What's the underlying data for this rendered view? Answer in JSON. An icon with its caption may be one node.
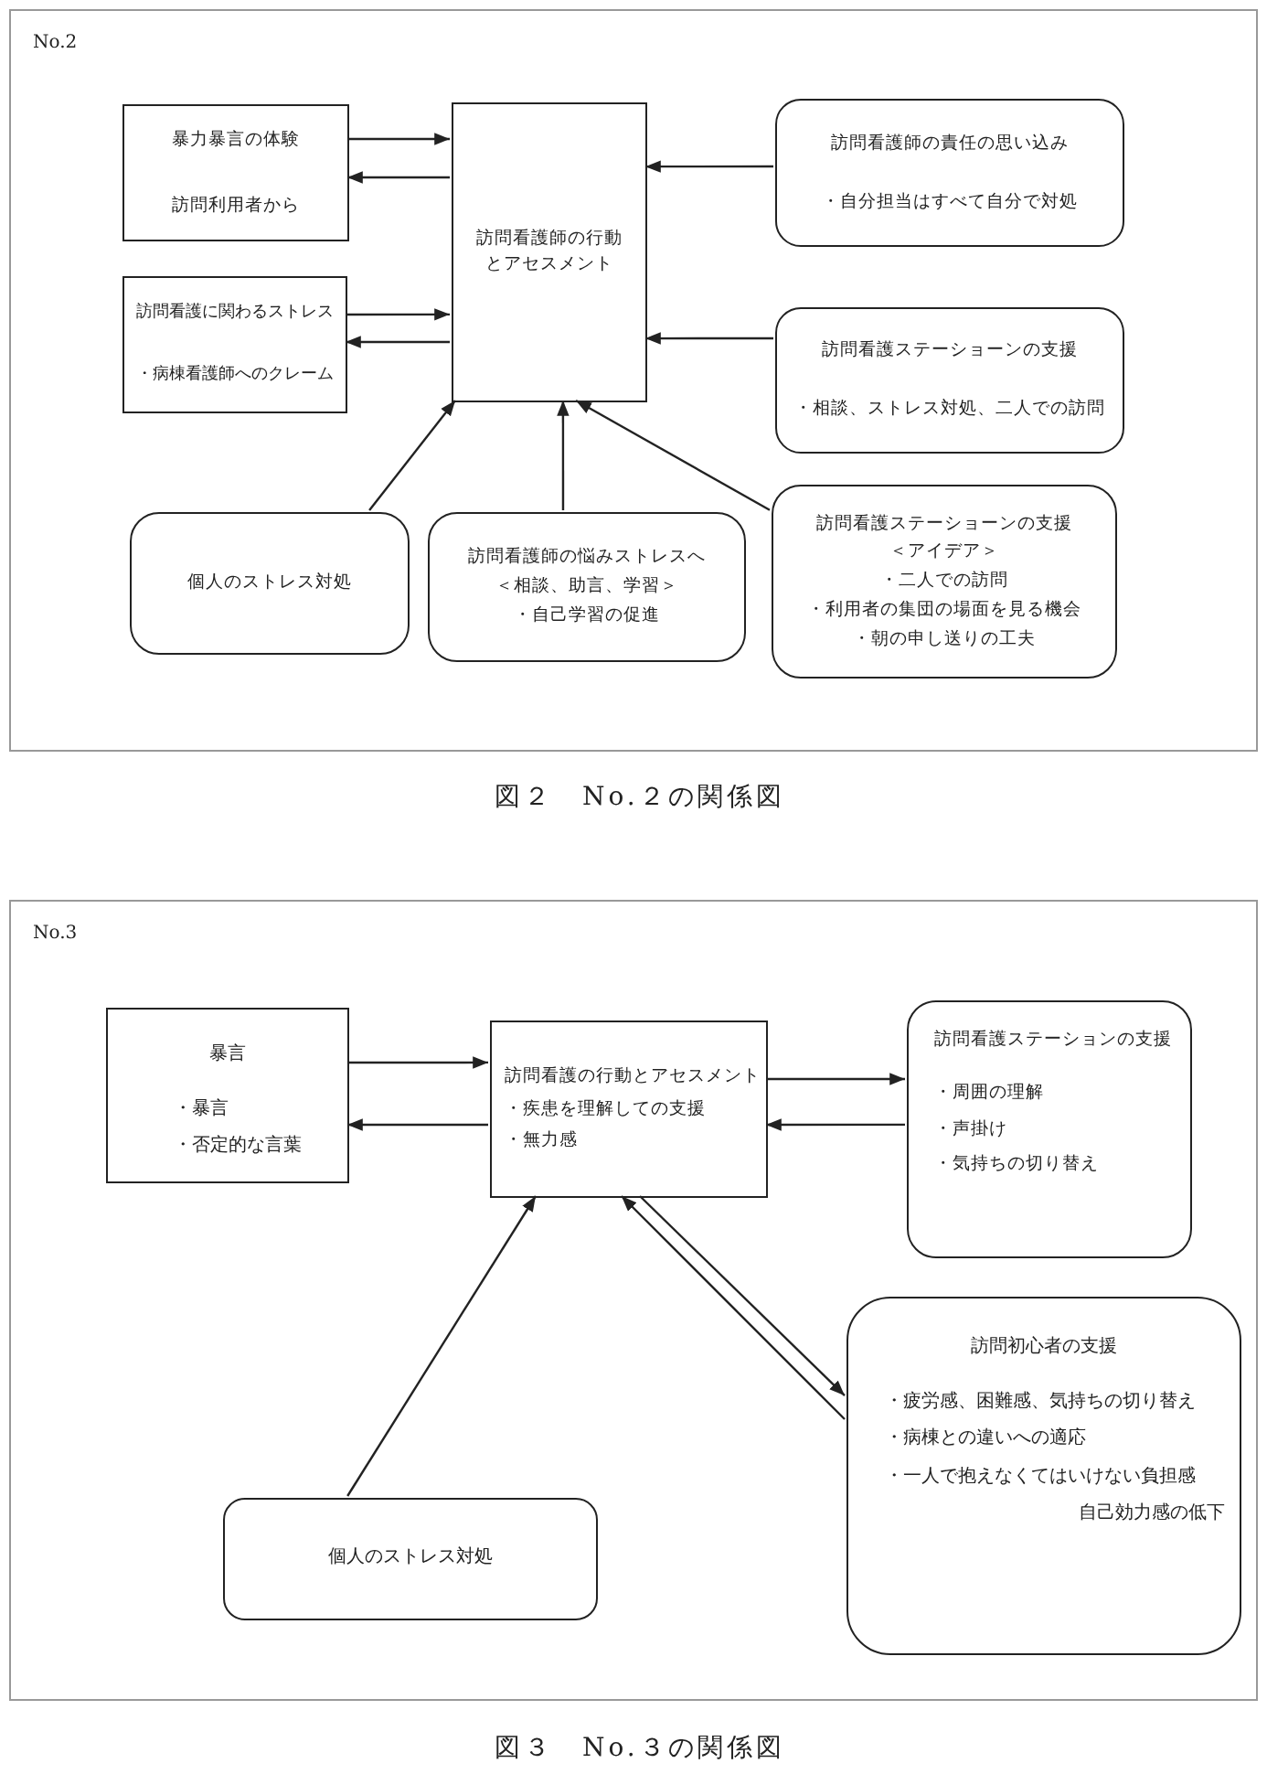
{
  "diagram": {
    "nodes": [
      {
        "text": [
          "No.2"
        ]
      },
      {
        "text": [
          "暴力暴言の体験",
          "訪問利用者から"
        ],
        "in": 0
      },
      {
        "text": [
          "訪問看護に関わるストレス",
          "・病棟看護師へのクレーム"
        ],
        "in": 0
      },
      {
        "text": [
          "訪問看護師の行動とアセスメント"
        ],
        "in": 0
      },
      {
        "text": [
          "訪問看護師の責任の思い込み",
          "・自分担当はすべて自分で対処"
        ],
        "in": 0
      },
      {
        "text": [
          "訪問看護ステーショーンの支援",
          "・相談、ストレス対処、二人での訪問"
        ],
        "in": 0
      },
      {
        "text": [
          "個人のストレス対処"
        ],
        "in": 0
      },
      {
        "text": [
          "訪問看護師の悩みストレスへ",
          "＜相談、助言、学習＞",
          "・自己学習の促進"
        ],
        "in": 0
      },
      {
        "text": [
          "訪問看護ステーショーンの支援",
          "＜アイデア＞",
          "・二人での訪問",
          "・利用者の集団の場面を見る機会",
          "・朝の申し送りの工夫"
        ],
        "in": 0
      },
      {
        "text": [
          "No.3"
        ]
      },
      {
        "text": [
          "暴言",
          "・暴言",
          "・否定的な言葉"
        ],
        "in": 9
      },
      {
        "text": [
          "訪問看護の行動とアセスメント",
          "・疾患を理解しての支援",
          "・無力感"
        ],
        "in": 9
      },
      {
        "text": [
          "訪問看護ステーションの支援",
          "・周囲の理解",
          "・声掛け",
          "・気持ちの切り替え"
        ],
        "in": 9
      },
      {
        "text": [
          "訪問初心者の支援",
          "・疲労感、困難感、気持ちの切り替え",
          "・病棟との違いへの適応",
          "・一人で抱えなくてはいけない負担感",
          "自己効力感の低下"
        ],
        "in": 9
      },
      {
        "text": [
          "個人のストレス対処"
        ],
        "in": 9
      }
    ],
    "edges": [
      {
        "from": 1,
        "to": 3,
        "arrow": "to"
      },
      {
        "from": 3,
        "to": 1,
        "arrow": "to"
      },
      {
        "from": 2,
        "to": 3,
        "arrow": "to"
      },
      {
        "from": 3,
        "to": 2,
        "arrow": "to"
      },
      {
        "from": 4,
        "to": 3,
        "arrow": "to"
      },
      {
        "from": 5,
        "to": 3,
        "arrow": "to"
      },
      {
        "from": 6,
        "to": 3,
        "arrow": "to"
      },
      {
        "from": 7,
        "to": 3,
        "arrow": "to"
      },
      {
        "from": 8,
        "to": 3,
        "arrow": "to"
      },
      {
        "from": 10,
        "to": 11,
        "arrow": "to"
      },
      {
        "from": 11,
        "to": 10,
        "arrow": "to"
      },
      {
        "from": 11,
        "to": 12,
        "arrow": "to"
      },
      {
        "from": 12,
        "to": 11,
        "arrow": "to"
      },
      {
        "from": 11,
        "to": 13,
        "arrow": "to"
      },
      {
        "from": 13,
        "to": 11,
        "arrow": "to"
      },
      {
        "from": 14,
        "to": 11,
        "arrow": "to"
      }
    ],
    "labels": [
      "図２　No.２の関係図",
      "図３　No.３の関係図"
    ]
  }
}
